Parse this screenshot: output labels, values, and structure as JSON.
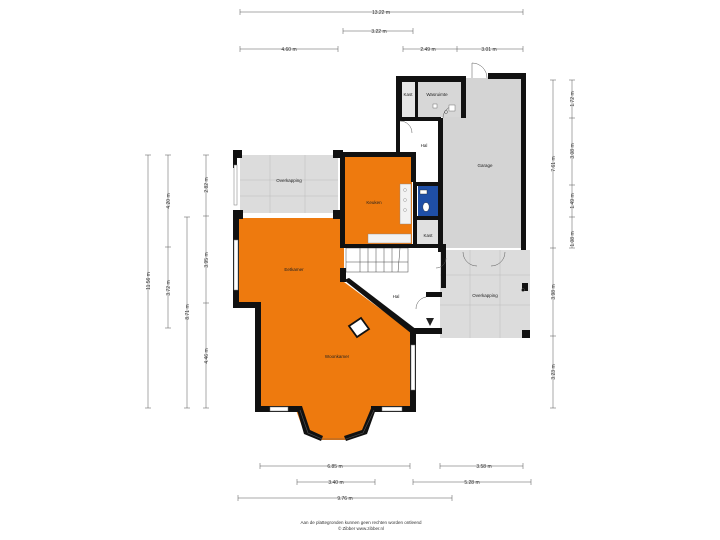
{
  "dimensions": {
    "top_total": "13.22 m",
    "top_mid": "3.22 m",
    "top_left": "4.60 m",
    "top_r1": "2.49 m",
    "top_r2": "3.01 m",
    "left_total": "11.56 m",
    "left_a": "4.20 m",
    "left_b": "3.72 m",
    "left_c": "8.71 m",
    "left_d1": "2.82 m",
    "left_d2": "3.95 m",
    "left_d3": "4.46 m",
    "right_a": "1.72 m",
    "right_b": "3.08 m",
    "right_c": "7.61 m",
    "right_d": "1.49 m",
    "right_e": "1.08 m",
    "right_f": "3.98 m",
    "right_g": "3.23 m",
    "bot_a": "6.85 m",
    "bot_b": "3.58 m",
    "bot_c": "3.40 m",
    "bot_d": "5.28 m",
    "bot_total": "9.76 m"
  },
  "rooms": {
    "kast": "Kast",
    "wasruimte": "Wasruimte",
    "hal_top": "Hal",
    "garage": "Garage",
    "overkapping_left": "Overkapping",
    "keuken": "Keuken",
    "kast2": "Kast",
    "eetkamer": "Eetkamer",
    "hal": "Hal",
    "overkapping_right": "Overkapping",
    "woonkamer": "Woonkamer"
  },
  "footer": {
    "line1": "Aan de plattegronden kunnen geen rechten worden ontleend",
    "line2": "© Zibber www.zibber.nl"
  },
  "colors": {
    "living": "#ee7a0e",
    "garage": "#d4d4d4",
    "terrace": "#dcdcdc",
    "toilet": "#1f4fa6",
    "wall": "#111111"
  }
}
